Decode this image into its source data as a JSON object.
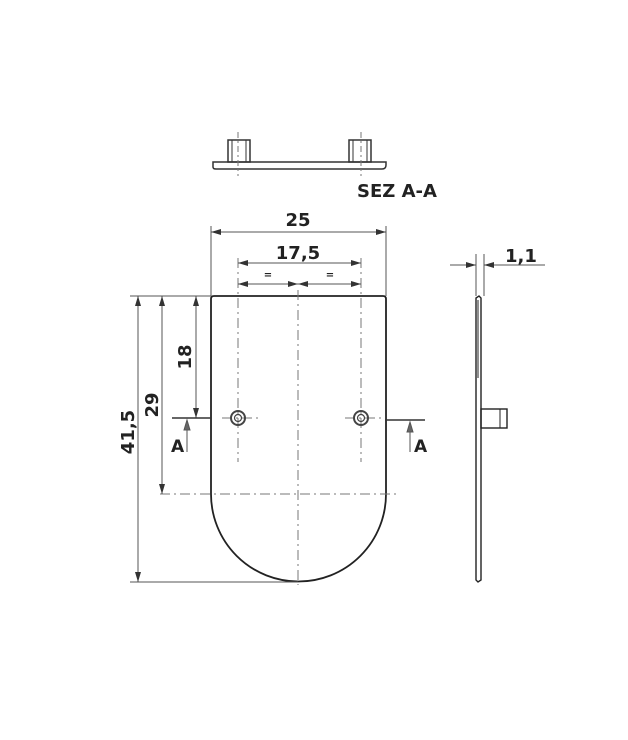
{
  "drawing": {
    "section_label": "SEZ A-A",
    "dimensions": {
      "overall_width": "25",
      "hole_spacing": "17,5",
      "equal_left": "=",
      "equal_right": "=",
      "overall_height": "41,5",
      "arc_center_height": "29",
      "hole_height": "18",
      "thickness": "1,1"
    },
    "section_markers": {
      "left": "A",
      "right": "A"
    },
    "colors": {
      "outline": "#222222",
      "dimension": "#555555",
      "centerline": "#777777"
    }
  }
}
